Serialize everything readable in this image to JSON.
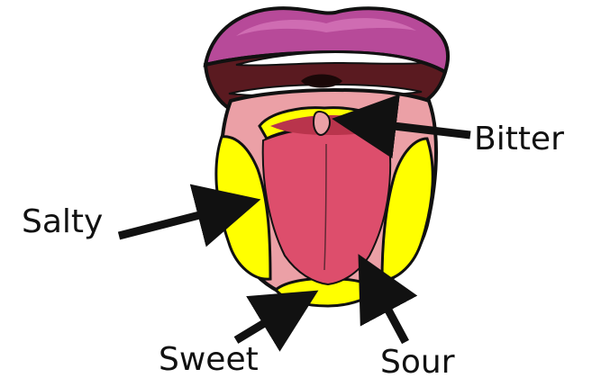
{
  "diagram": {
    "labels": {
      "bitter": "Bitter",
      "salty": "Salty",
      "sweet": "Sweet",
      "sour": "Sour"
    },
    "colors": {
      "lip": "#b74a99",
      "lip_highlight": "#cf6cb2",
      "outline": "#111111",
      "teeth": "#ffffff",
      "mouth_dark": "#5a1a20",
      "mouth_inner": "#a02630",
      "tongue_light": "#eba0a6",
      "tongue_center": "#dd4e6c",
      "tongue_back": "#b9344c",
      "taste_zone": "#ffff00",
      "arrow": "#111111"
    }
  }
}
